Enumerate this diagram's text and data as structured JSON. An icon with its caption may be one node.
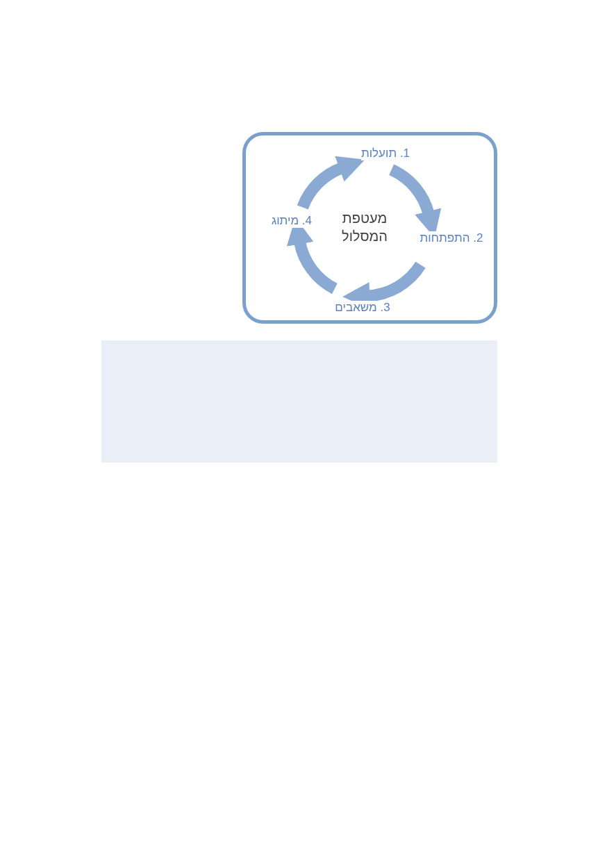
{
  "diagram": {
    "nodes": [
      {
        "text": [],
        "shape": "box"
      },
      {
        "text": [
          "1. תועלות"
        ],
        "in": 0
      },
      {
        "text": [
          "2. התפתחות"
        ],
        "in": 0
      },
      {
        "text": [
          "3. משאבים"
        ],
        "in": 0
      },
      {
        "text": [
          "4. מיתוג"
        ],
        "in": 0
      }
    ],
    "edges": [
      {
        "from": 1,
        "to": 2,
        "arrow": "to"
      },
      {
        "from": 2,
        "to": 3,
        "arrow": "to"
      },
      {
        "from": 3,
        "to": 4,
        "arrow": "to"
      },
      {
        "from": 4,
        "to": 1,
        "arrow": "to"
      }
    ],
    "labels": [
      "מעטפת המסלול"
    ]
  }
}
